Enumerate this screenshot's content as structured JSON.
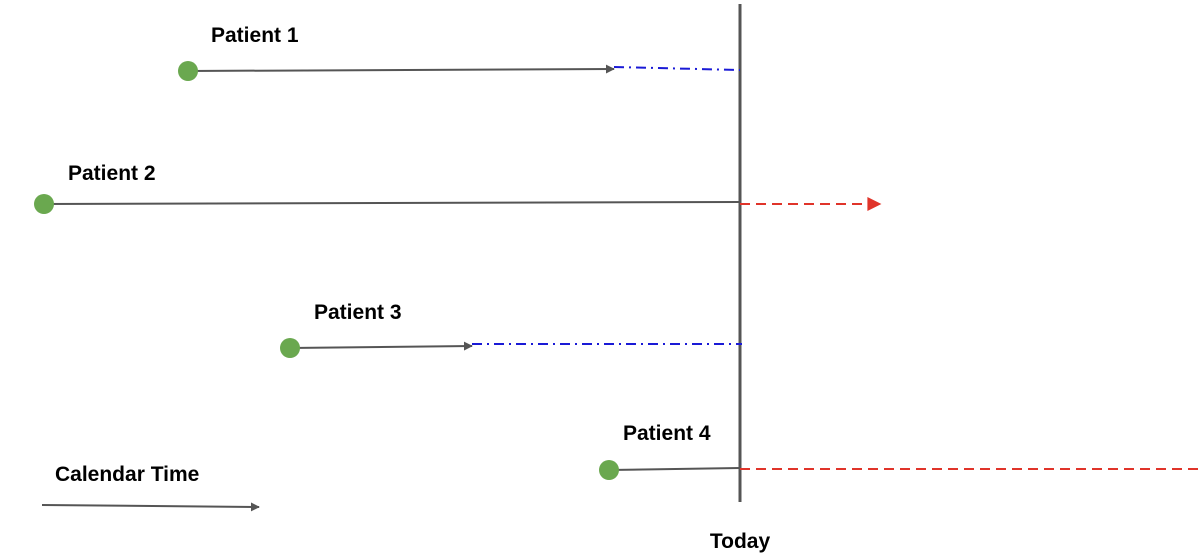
{
  "diagram": {
    "colors": {
      "start_point": "#6aa84f",
      "observed_line": "#555555",
      "today_line": "#555555",
      "blue_dashdot": "#1a1ad6",
      "red_dashed": "#e0342a"
    },
    "patients": [
      {
        "label": "Patient 1",
        "after_observed": "blue-dash-dot",
        "arrow_at_end_of_observed": true
      },
      {
        "label": "Patient 2",
        "after_observed": "red-dashed",
        "arrow_at_end_of_observed": false
      },
      {
        "label": "Patient 3",
        "after_observed": "blue-dash-dot",
        "arrow_at_end_of_observed": true
      },
      {
        "label": "Patient 4",
        "after_observed": "red-dashed",
        "arrow_at_end_of_observed": false
      }
    ],
    "today_label": "Today",
    "legend_label": "Calendar Time"
  }
}
